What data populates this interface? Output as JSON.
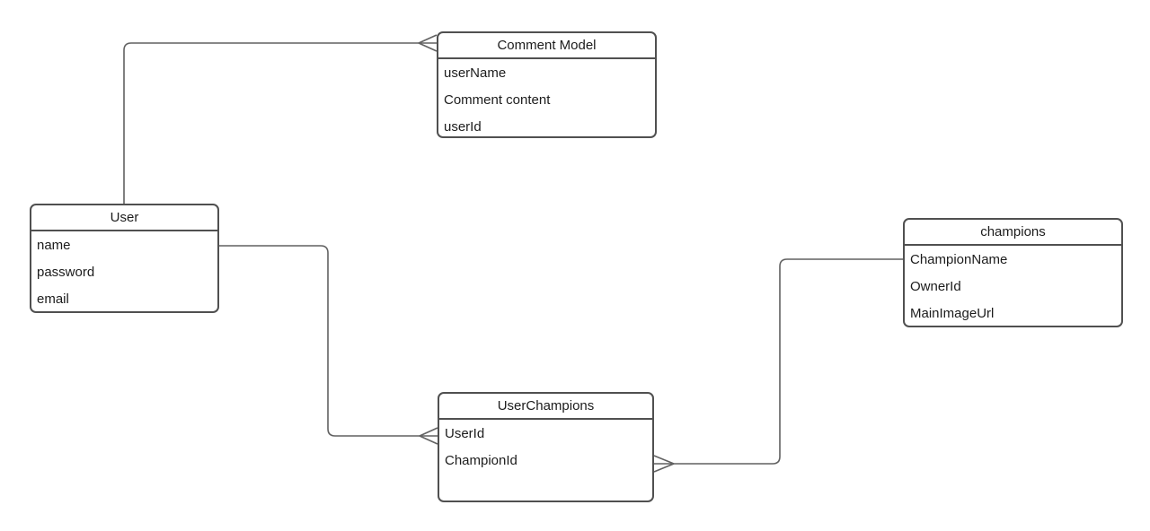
{
  "diagram": {
    "type": "entity-relationship-diagram",
    "background_color": "#ffffff",
    "entity_border_color": "#505050",
    "connector_color": "#616161",
    "text_color": "#1c1c1c",
    "entities": [
      {
        "title": "Comment Model",
        "fields": [
          "userName",
          "Comment content",
          "userId"
        ]
      },
      {
        "title": "User",
        "fields": [
          "name",
          "password",
          "email"
        ]
      },
      {
        "title": "champions",
        "fields": [
          "ChampionName",
          "OwnerId",
          "MainImageUrl"
        ]
      },
      {
        "title": "UserChampions",
        "fields": [
          "UserId",
          "ChampionId"
        ]
      }
    ],
    "relationships": [
      {
        "from": "User",
        "to": "Comment Model",
        "cardinality_marker": "crows-foot-many-at-Comment-Model"
      },
      {
        "from": "User",
        "to": "UserChampions",
        "cardinality_marker": "crows-foot-many-at-UserChampions"
      },
      {
        "from": "champions",
        "to": "UserChampions",
        "cardinality_marker": "crows-foot-many-at-UserChampions"
      }
    ]
  }
}
